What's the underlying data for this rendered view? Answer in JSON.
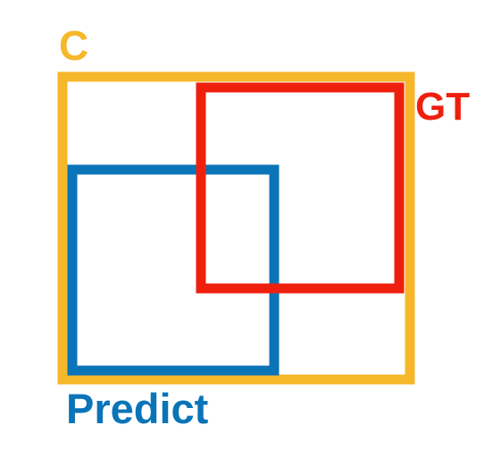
{
  "diagram": {
    "labels": {
      "enclosing": "C",
      "ground_truth": "GT",
      "prediction": "Predict"
    },
    "colors": {
      "enclosing": "#F6B72A",
      "ground_truth": "#EF1F0E",
      "prediction": "#0A74B8",
      "background": "#FFFFFF"
    }
  }
}
